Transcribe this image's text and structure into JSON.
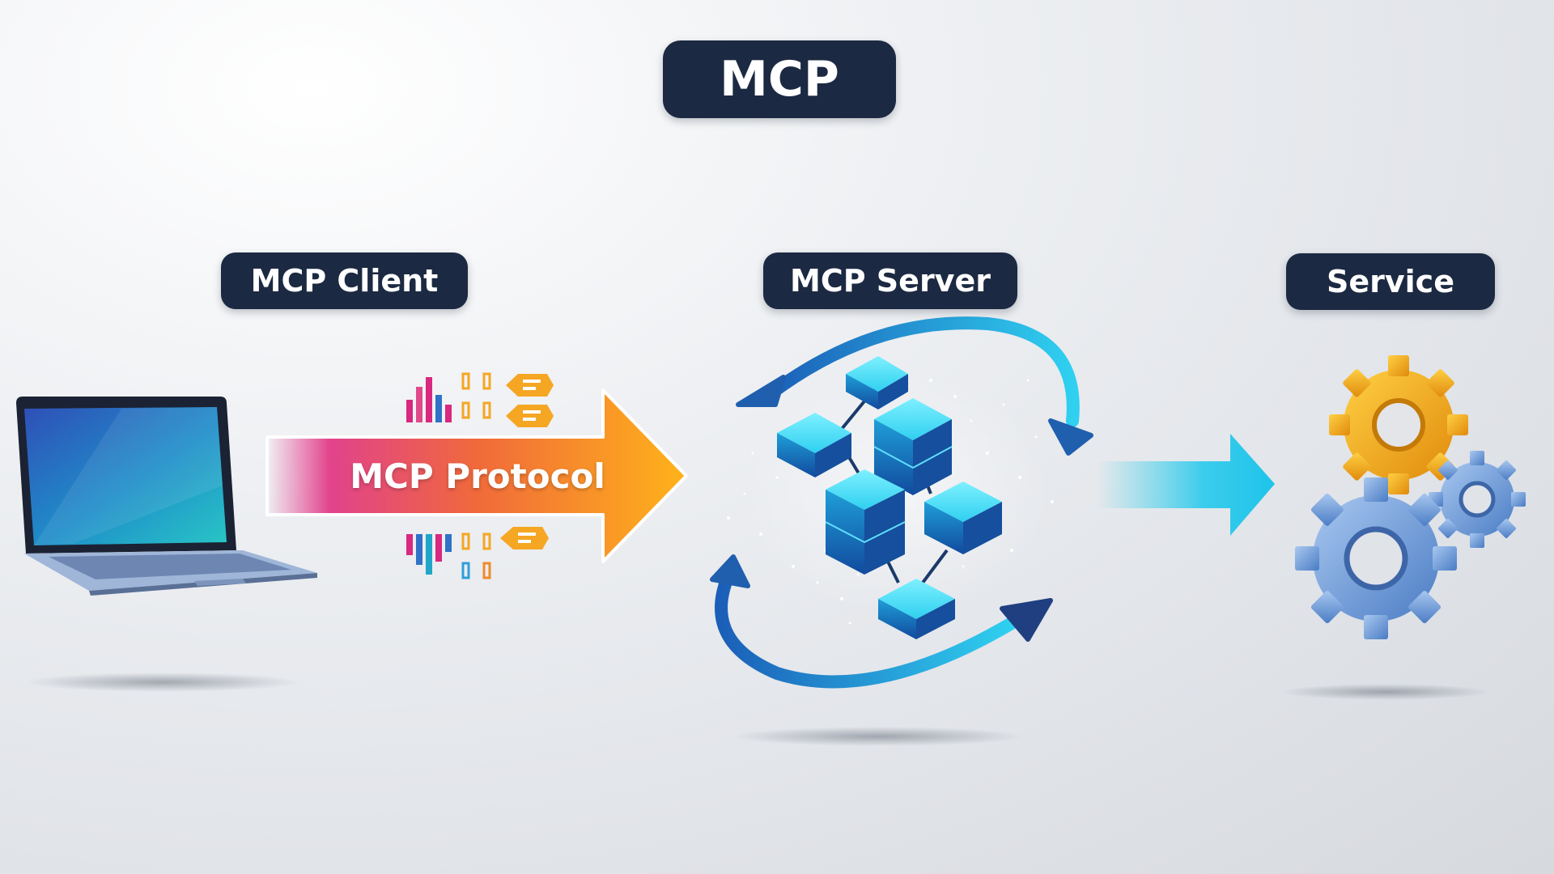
{
  "title": "MCP",
  "client": {
    "label": "MCP Client"
  },
  "server": {
    "label": "MCP Server"
  },
  "service": {
    "label": "Service"
  },
  "protocol": {
    "label": "MCP Protocol"
  },
  "colors": {
    "pill_bg": "#1c2942",
    "protocol_start": "#d8287f",
    "protocol_end": "#ffb31a",
    "cube": "#3fd6f2",
    "cycle_arrow": "#1f8fd6",
    "service_arrow": "#22c8ea",
    "gear_gold": "#f2a516",
    "gear_blue": "#6f9fd8"
  },
  "icons": [
    "laptop-icon",
    "data-packet-icon",
    "server-cubes-icon",
    "cycle-arrow-icon",
    "gear-icon"
  ]
}
